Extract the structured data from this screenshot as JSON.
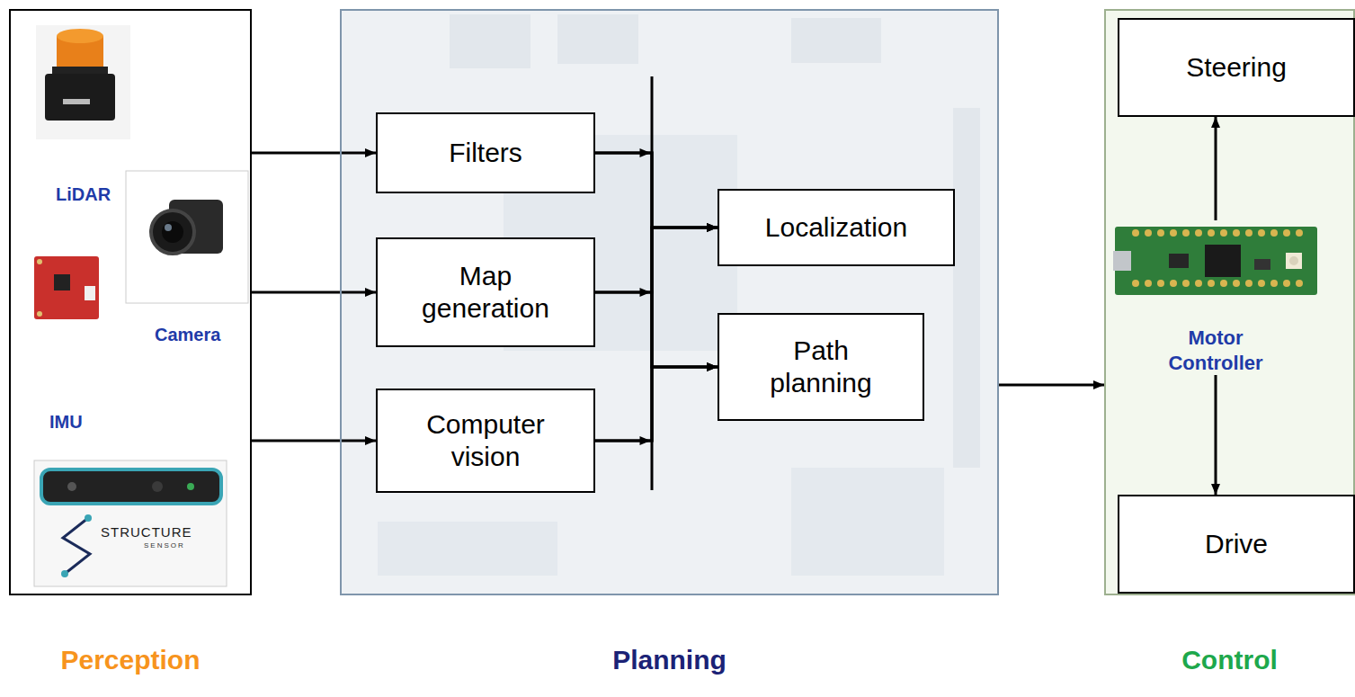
{
  "diagram": {
    "nodes": [
      {
        "text": [
          "Perception"
        ]
      },
      {
        "text": [
          "Planning"
        ]
      },
      {
        "text": [
          "Filters"
        ],
        "in": 1
      },
      {
        "text": [
          "Map generation"
        ],
        "in": 1
      },
      {
        "text": [
          "Computer vision"
        ],
        "in": 1
      },
      {
        "text": [
          "Localization"
        ],
        "in": 1
      },
      {
        "text": [
          "Path planning"
        ],
        "in": 1
      },
      {
        "text": [
          "Control"
        ]
      },
      {
        "text": [
          "Steering"
        ],
        "in": 7
      },
      {
        "text": [
          "Motor Controller"
        ],
        "in": 7
      },
      {
        "text": [
          "Drive"
        ],
        "in": 7
      }
    ],
    "edges": [
      {
        "from": 0,
        "to": 2,
        "arrow": "to"
      },
      {
        "from": 0,
        "to": 3,
        "arrow": "to"
      },
      {
        "from": 0,
        "to": 4,
        "arrow": "to"
      },
      {
        "from": 2,
        "to": 5,
        "arrow": "to"
      },
      {
        "from": 2,
        "to": 6,
        "arrow": "to"
      },
      {
        "from": 3,
        "to": 5,
        "arrow": "to"
      },
      {
        "from": 3,
        "to": 6,
        "arrow": "to"
      },
      {
        "from": 4,
        "to": 5,
        "arrow": "to"
      },
      {
        "from": 4,
        "to": 6,
        "arrow": "to"
      },
      {
        "from": 1,
        "to": 7,
        "arrow": "to"
      },
      {
        "from": 9,
        "to": 8,
        "arrow": "to"
      },
      {
        "from": 9,
        "to": 10,
        "arrow": "to"
      }
    ],
    "labels": [
      "LiDAR",
      "Camera",
      "IMU",
      "STRUCTURE",
      "SENSOR"
    ]
  }
}
